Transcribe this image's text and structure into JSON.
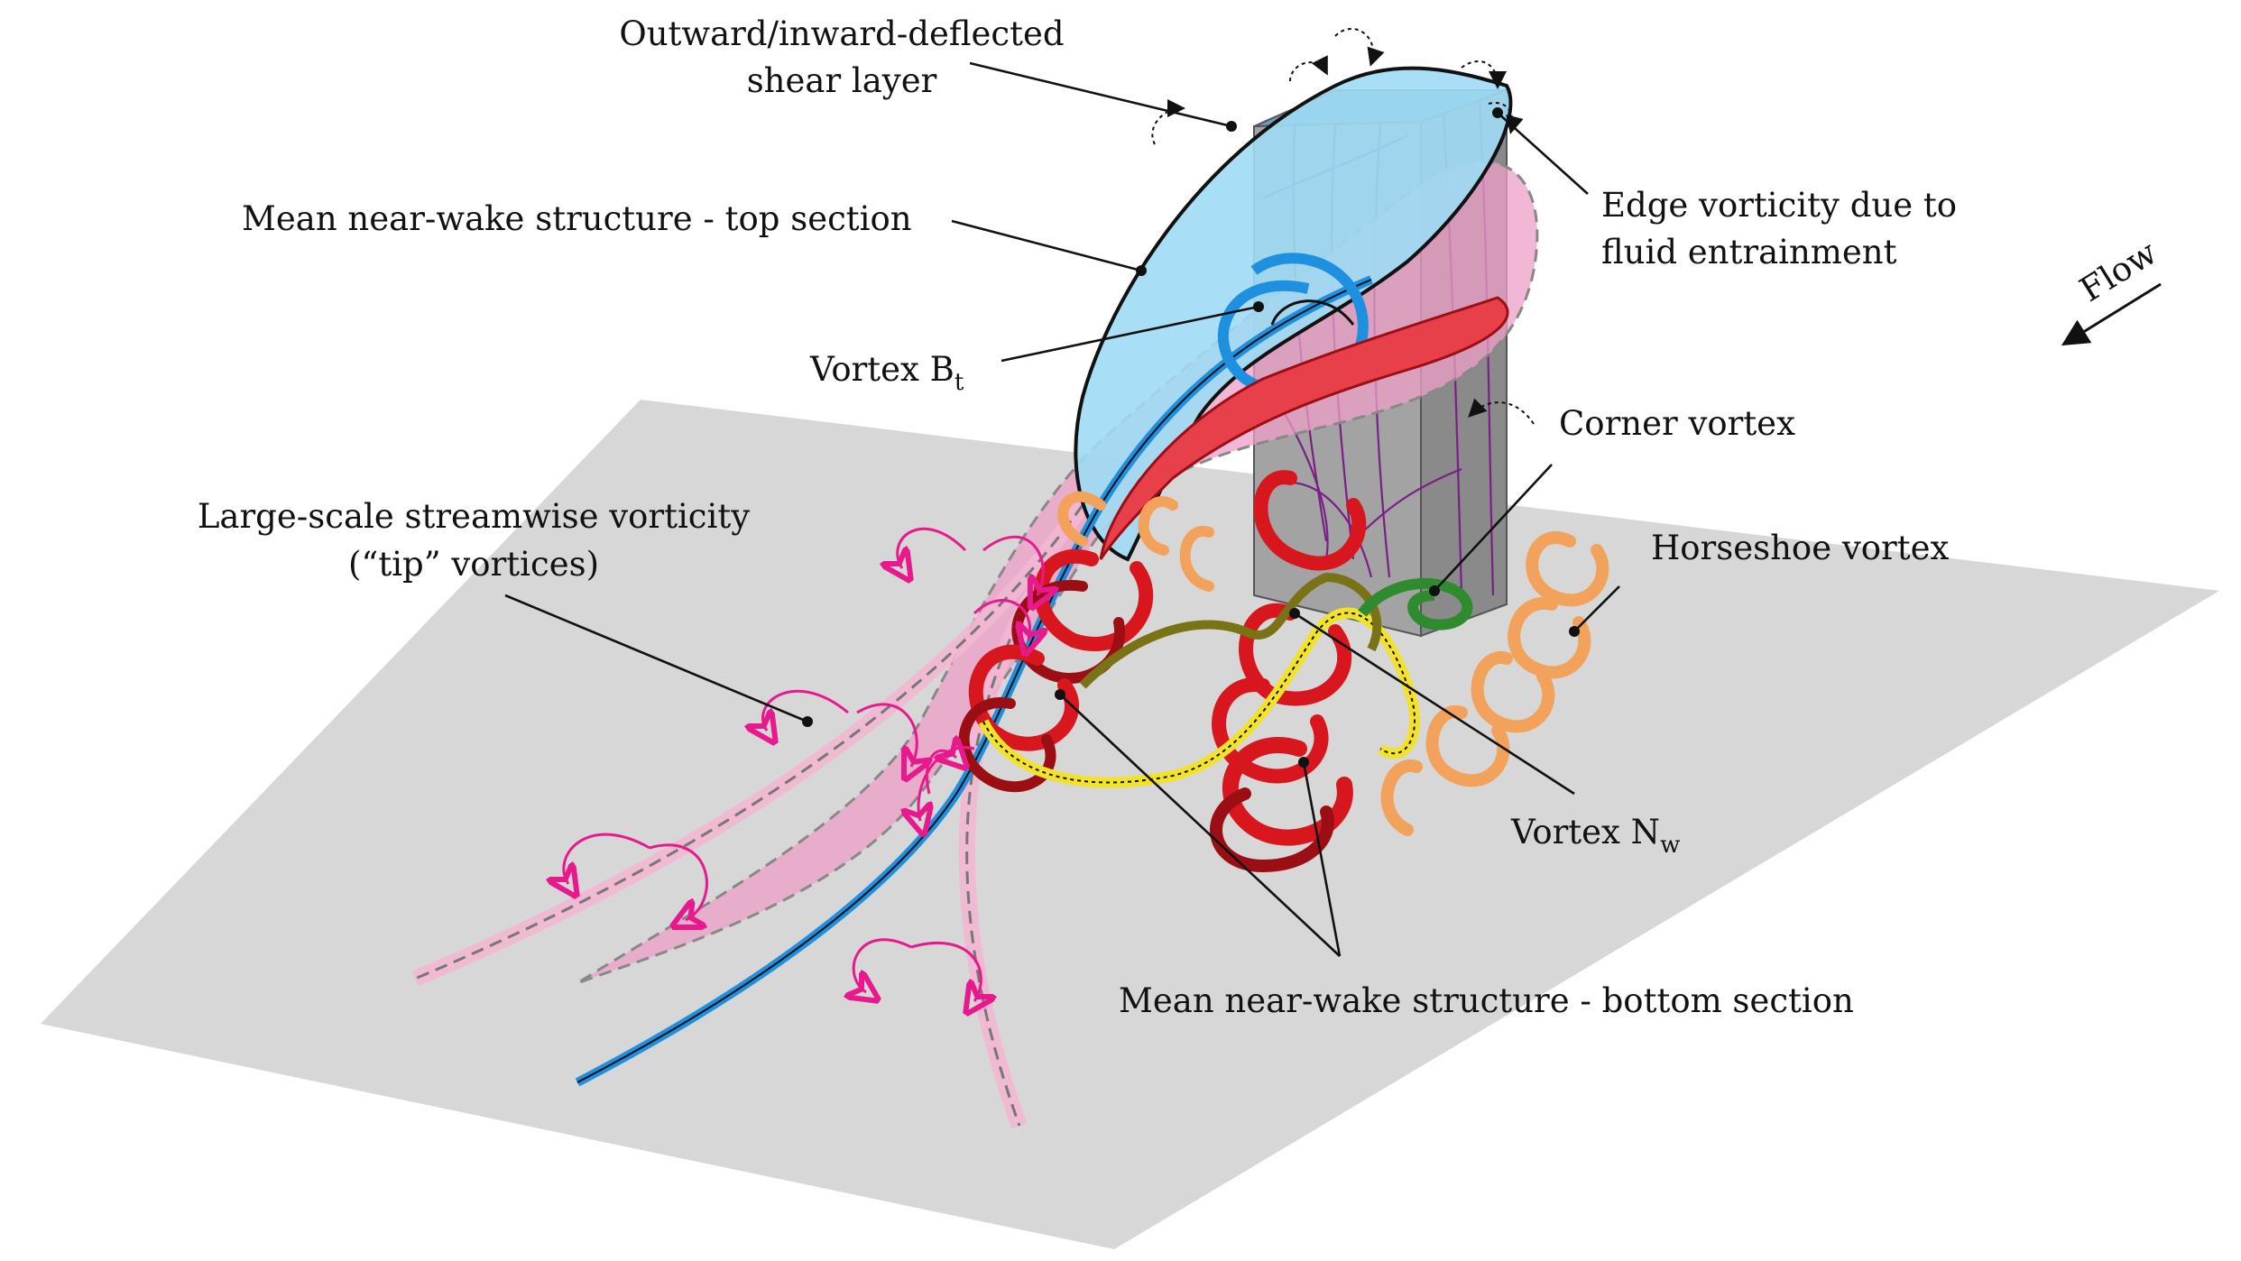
{
  "labels": {
    "shear_layer_line1": "Outward/inward-deflected",
    "shear_layer_line2": "shear layer",
    "top_section": "Mean near-wake structure - top section",
    "edge_vorticity_line1": "Edge vorticity due to",
    "edge_vorticity_line2": "fluid entrainment",
    "flow": "Flow",
    "vortex_bt_main": "Vortex B",
    "vortex_bt_sub": "t",
    "corner_vortex": "Corner vortex",
    "tip_line1": "Large-scale streamwise vorticity",
    "tip_line2": "(“tip” vortices)",
    "horseshoe_vortex": "Horseshoe vortex",
    "vortex_nw_main": "Vortex N",
    "vortex_nw_sub": "w",
    "bottom_section": "Mean near-wake structure - bottom section"
  },
  "colors": {
    "ground_plane": "#d7d7d7",
    "obstacle_front": "#8e8e8e",
    "obstacle_side": "#9d9d9d",
    "obstacle_top": "#6f9bc0",
    "shear_layer": "#9edcf5",
    "top_section_sheet": "#ee9fc5",
    "tip_vortex_arrows": "#e8198c",
    "red_vortex": "#d8161e",
    "dark_red_vortex": "#9b0f14",
    "blue_vortex": "#1f8fe0",
    "horseshoe_vortex": "#f2a25a",
    "corner_vortex": "#2e8b2e",
    "vortex_nw_ribbon": "#f2e22a",
    "olive_ribbon": "#7a7316",
    "streamlines": "#7a1f86"
  }
}
